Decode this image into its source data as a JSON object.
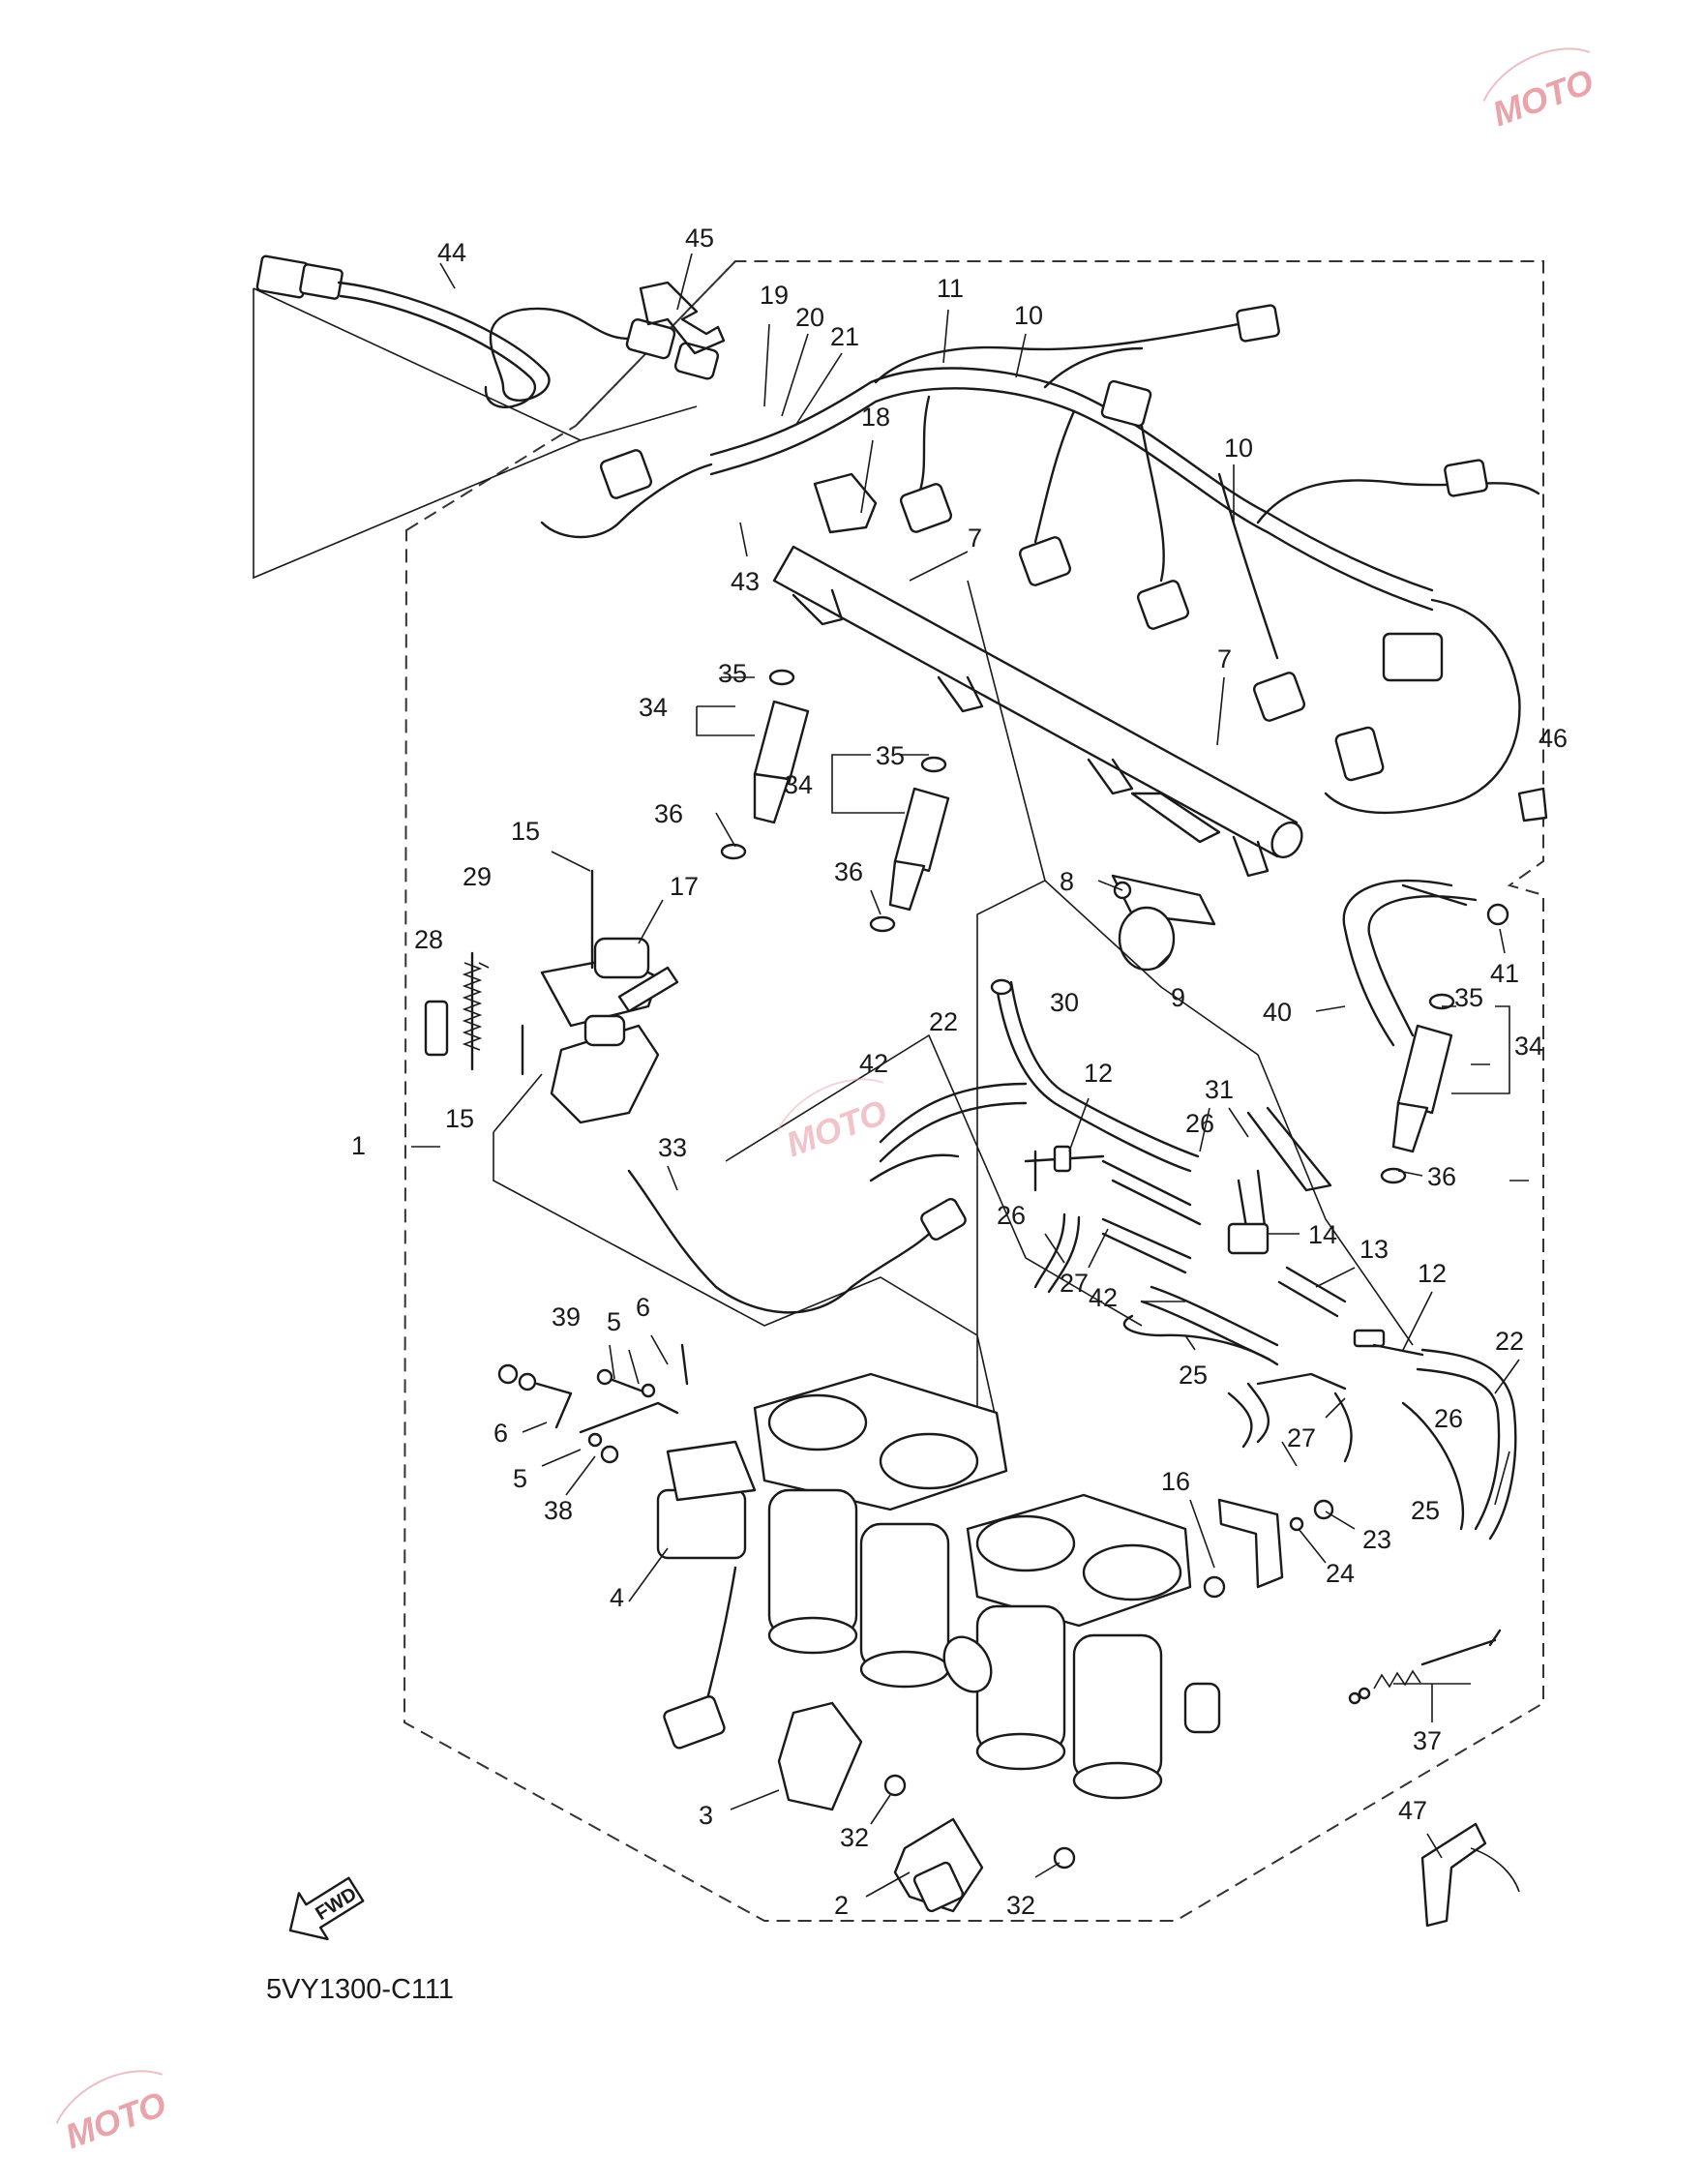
{
  "diagram_code": "5VY1300-C111",
  "fwd_label": "FWD",
  "watermark_text": "MOTO",
  "callouts": {
    "c44": "44",
    "c45": "45",
    "c19": "19",
    "c20": "20",
    "c21": "21",
    "c11": "11",
    "c10a": "10",
    "c10b": "10",
    "c18": "18",
    "c43": "43",
    "c7a": "7",
    "c7b": "7",
    "c35a": "35",
    "c35b": "35",
    "c35c": "35",
    "c34a": "34",
    "c34b": "34",
    "c34c": "34",
    "c36a": "36",
    "c36b": "36",
    "c36c": "36",
    "c46": "46",
    "c15a": "15",
    "c15b": "15",
    "c29": "29",
    "c28": "28",
    "c17": "17",
    "c8": "8",
    "c9": "9",
    "c41": "41",
    "c40": "40",
    "c22a": "22",
    "c22b": "22",
    "c30": "30",
    "c42a": "42",
    "c42b": "42",
    "c12a": "12",
    "c12b": "12",
    "c31": "31",
    "c26a": "26",
    "c26b": "26",
    "c26c": "26",
    "c1": "1",
    "c33": "33",
    "c14": "14",
    "c13": "13",
    "c27a": "27",
    "c27b": "27",
    "c25a": "25",
    "c25b": "25",
    "c39": "39",
    "c5a": "5",
    "c5b": "5",
    "c6a": "6",
    "c6b": "6",
    "c38": "38",
    "c16": "16",
    "c23": "23",
    "c24": "24",
    "c4": "4",
    "c37": "37",
    "c3": "3",
    "c32a": "32",
    "c32b": "32",
    "c47": "47",
    "c2": "2"
  },
  "colors": {
    "line": "#1a1a1a",
    "watermark": "#e07d88",
    "background": "#ffffff"
  }
}
